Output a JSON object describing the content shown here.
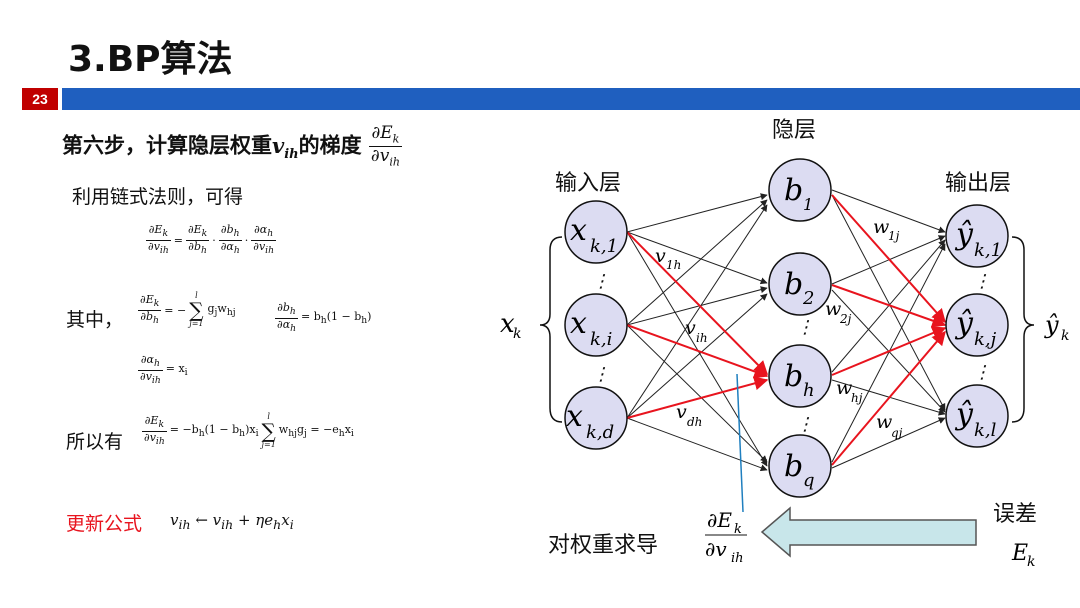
{
  "slide": {
    "title": "3.BP算法",
    "page_number": "23",
    "step_title_prefix": "第六步，计算隐层权重",
    "step_title_var": "v",
    "step_title_var_sub": "ih",
    "step_title_mid": "的梯度",
    "step_grad_num": "∂E",
    "step_grad_num_sub": "k",
    "step_grad_den": "∂v",
    "step_grad_den_sub": "ih"
  },
  "derivation": {
    "intro": "利用链式法则，可得",
    "where_label": "其中，",
    "therefore_label": "所以有",
    "update_label": "更新公式",
    "update_formula": "vih ← vih + ηeh xi"
  },
  "diagram": {
    "hidden_layer_label": "隐层",
    "input_layer_label": "输入层",
    "output_layer_label": "输出层",
    "input_vector": "x",
    "input_vector_sub": "k",
    "output_vector": "ŷ",
    "output_vector_sub": "k",
    "error_label": "误差",
    "error_symbol": "E",
    "error_symbol_sub": "k",
    "derivative_caption": "对权重求导",
    "input_nodes": [
      {
        "base": "x",
        "sub": "k,1"
      },
      {
        "base": "x",
        "sub": "k,i"
      },
      {
        "base": "x",
        "sub": "k,d"
      }
    ],
    "hidden_nodes": [
      {
        "base": "b",
        "sub": "1"
      },
      {
        "base": "b",
        "sub": "2"
      },
      {
        "base": "b",
        "sub": "h"
      },
      {
        "base": "b",
        "sub": "q"
      }
    ],
    "output_nodes": [
      {
        "base": "ŷ",
        "sub": "k,1"
      },
      {
        "base": "ŷ",
        "sub": "k,j"
      },
      {
        "base": "ŷ",
        "sub": "k,l"
      }
    ],
    "weight_labels_input": [
      {
        "base": "v",
        "sub": "1h"
      },
      {
        "base": "v",
        "sub": "ih"
      },
      {
        "base": "v",
        "sub": "dh"
      }
    ],
    "weight_labels_output": [
      {
        "base": "w",
        "sub": "1j"
      },
      {
        "base": "w",
        "sub": "2j"
      },
      {
        "base": "w",
        "sub": "hj"
      },
      {
        "base": "w",
        "sub": "qj"
      }
    ],
    "colors": {
      "node_fill": "#dcdcf2",
      "node_stroke": "#111111",
      "highlight_edge": "#e8141e",
      "plain_edge": "#222222",
      "arrow_fill": "#c8e6ea",
      "arrow_stroke": "#555555",
      "pointer_line": "#1f7fbf"
    }
  }
}
